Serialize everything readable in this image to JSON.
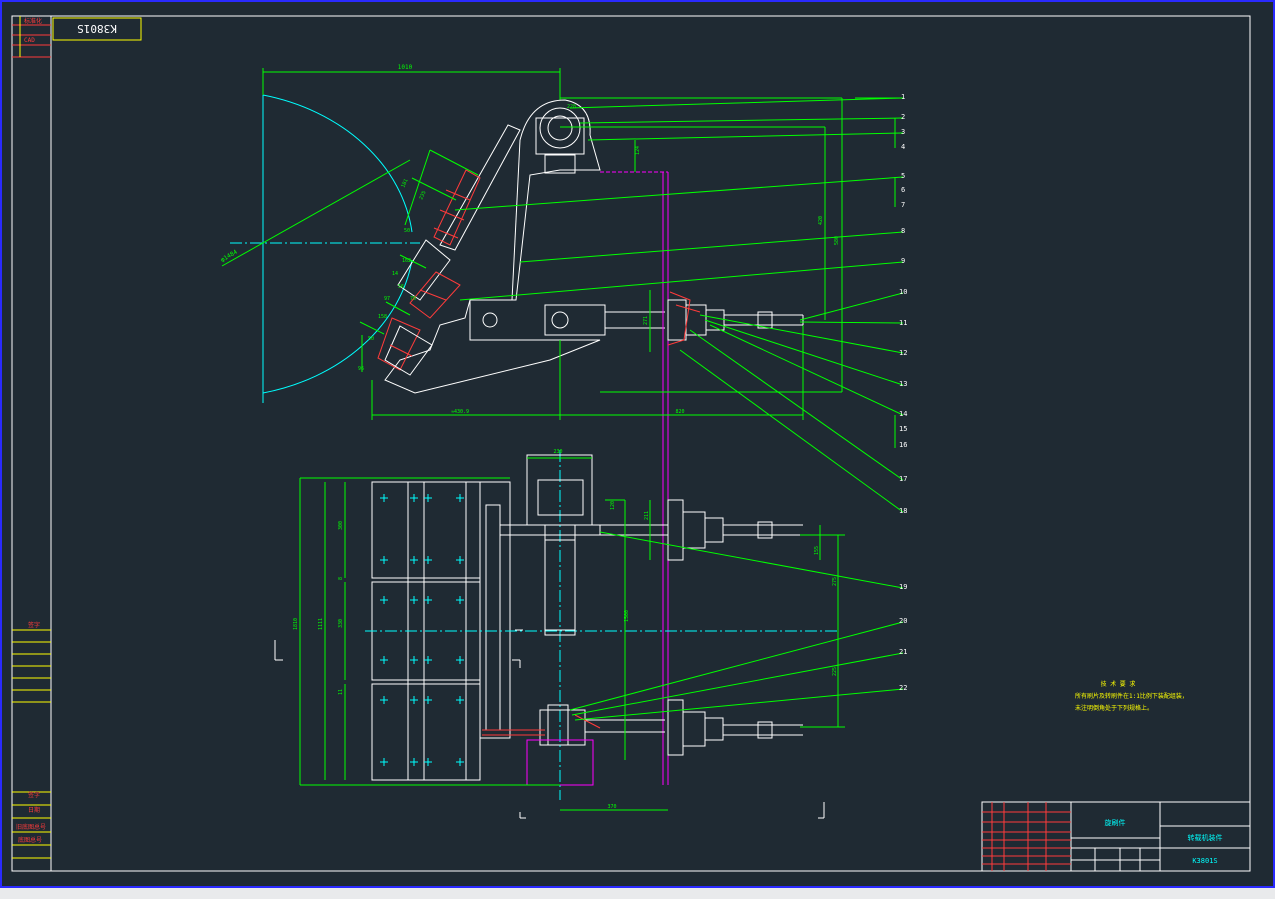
{
  "drawing": {
    "code_rotated": "K3801S",
    "title_main": "旋刷件",
    "title_right": "转载机装件",
    "code_bottom": "K3801S",
    "tech_title": "技 术 要 求",
    "tech_line1": "所有刷片及转刷件在1:1比例下装配组装，",
    "tech_line2": "未注明倒角处于下列规格上。",
    "left_strip": [
      "标准化",
      "CAD",
      "签字",
      "旧底图总号",
      "底图总号",
      "签字",
      "日期"
    ],
    "balloons": [
      "1",
      "2",
      "3",
      "4",
      "5",
      "6",
      "7",
      "8",
      "9",
      "10",
      "11",
      "12",
      "13",
      "14",
      "15",
      "16",
      "17",
      "18",
      "19",
      "20",
      "21",
      "22"
    ],
    "dims": {
      "top_width": "1010",
      "cutter_dia": "φ1484",
      "cutter_angle": "R",
      "d_228": "228",
      "d_124": "124",
      "d_420": "420",
      "d_580": "580",
      "d_271": "271",
      "d_r1": "181",
      "d_r2": "235",
      "d_r3": "50",
      "d_r4": "162",
      "d_r5": "14",
      "d_r6": "56",
      "d_r7": "97",
      "d_r8": "70",
      "d_r9": "158",
      "d_r10": "50",
      "d_r11": "96",
      "bottom_left": "≈430.9",
      "bottom_right": "820",
      "plan_top": "230",
      "plan_h1": "1810",
      "plan_h2": "1111",
      "plan_300": "300",
      "plan_8": "8",
      "plan_330": "330",
      "plan_11": "11",
      "plan_1500": "1500",
      "plan_120": "120",
      "plan_211": "211",
      "plan_155": "155",
      "plan_275": "275",
      "plan_225": "225",
      "plan_bottom": "370"
    }
  },
  "colors": {
    "bg": "#1f2a33",
    "white": "#ffffff",
    "green": "#00ff00",
    "cyan": "#00ffff",
    "red": "#ff3b3b",
    "magenta": "#ff00ff",
    "yellow": "#ffff00",
    "blue": "#0000ff"
  }
}
